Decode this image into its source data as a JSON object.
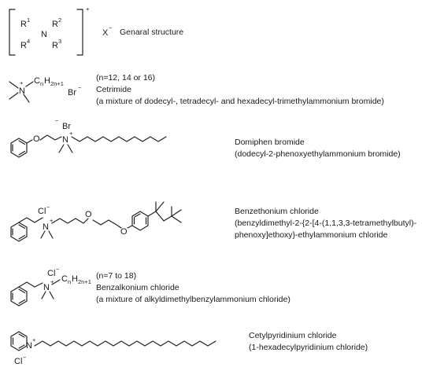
{
  "entries": [
    {
      "id": "general",
      "lines": [
        "Genaral structure"
      ]
    },
    {
      "id": "cetrimide",
      "lines": [
        "(n=12, 14 or 16)",
        "Cetrimide",
        "(a mixture of dodecyl-, tetradecyl- and hexadecyl-trimethylammonium bromide)"
      ]
    },
    {
      "id": "domiphen",
      "lines": [
        "Domiphen bromide",
        "(dodecyl-2-phenoxyethylammonium bromide)"
      ]
    },
    {
      "id": "benzethonium",
      "lines": [
        "Benzethonium chloride",
        "(benzyldimethyl-2-{2-[4-(1,1,3,3-tetramethylbutyl)-",
        "phenoxy]ethoxy}-ethylammonium chloride"
      ]
    },
    {
      "id": "benzalkonium",
      "lines": [
        "(n=7 to 18)",
        "Benzalkonium chloride",
        "(a mixture of alkyldimethylbenzylammonium chloride)"
      ]
    },
    {
      "id": "cetylpyridinium",
      "lines": [
        "Cetylpyridinium chloride",
        "(1-hexadecylpyridinium chloride)"
      ]
    }
  ],
  "structure_labels": {
    "general": {
      "r1": "R",
      "r1_sup": "1",
      "r2": "R",
      "r2_sup": "2",
      "r3": "R",
      "r3_sup": "3",
      "r4": "R",
      "r4_sup": "4",
      "n": "N",
      "charge": "+",
      "anion": "X",
      "anion_charge": "−"
    },
    "cetrimide": {
      "n": "N",
      "charge": "+",
      "chain_c": "C",
      "chain_n": "n",
      "chain_h": "H",
      "chain_formula": "2n+1",
      "anion": "Br",
      "anion_charge": "−"
    },
    "domiphen": {
      "o": "O",
      "n": "N",
      "charge": "+",
      "anion": "Br",
      "anion_charge": "−"
    },
    "benzethonium": {
      "n": "N",
      "charge": "+",
      "o1": "O",
      "o2": "O",
      "anion": "Cl",
      "anion_charge": "−"
    },
    "benzalkonium": {
      "n": "N",
      "charge": "+",
      "chain_c": "C",
      "chain_n": "n",
      "chain_h": "H",
      "chain_formula": "2n+1",
      "anion": "Cl",
      "anion_charge": "−"
    },
    "cetylpyridinium": {
      "n": "N",
      "charge": "+",
      "anion": "Cl",
      "anion_charge": "−"
    }
  }
}
